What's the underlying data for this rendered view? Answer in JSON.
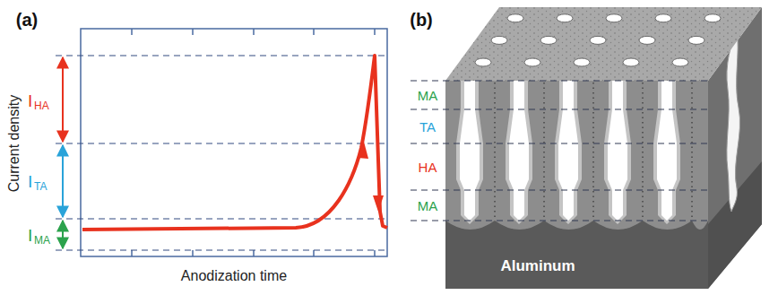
{
  "diagram": {
    "labels": [
      "(a)",
      "I",
      "HA",
      "I",
      "TA",
      "I",
      "MA",
      "Current density",
      "Anodization time",
      "(b)",
      "MA",
      "TA",
      "HA",
      "MA",
      "Aluminum"
    ]
  }
}
